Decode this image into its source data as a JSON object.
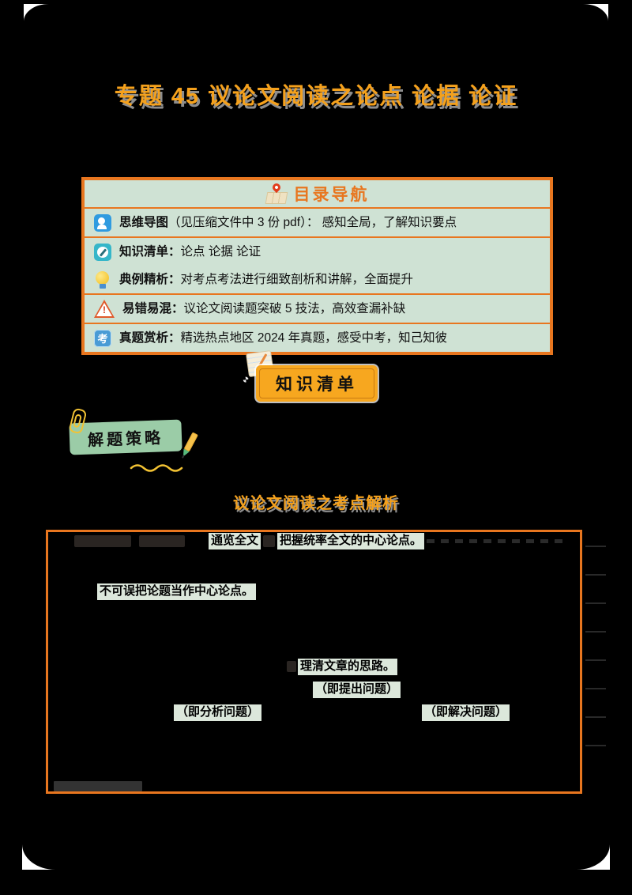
{
  "page": {
    "title": "专题 45 议论文阅读之论点 论据 论证"
  },
  "colors": {
    "accent_orange": "#E8761F",
    "title_orange": "#F5A11C",
    "panel_green": "#CFE2D4",
    "tag_green": "#9BCCA7",
    "button_orange": "#F7A71F",
    "highlight_green": "#DCE7DB"
  },
  "toc": {
    "header": {
      "icon": "map-pin-icon",
      "label": "目录导航"
    },
    "rows": [
      {
        "icon": "mind-map-icon",
        "label": "思维导图",
        "text": "（见压缩文件中 3 份 pdf）： 感知全局，了解知识要点"
      },
      {
        "icon": "notes-pencil-icon",
        "label": "知识清单：",
        "text": "论点 论据 论证"
      },
      {
        "icon": "lightbulb-icon",
        "label": "典例精析：",
        "text": "对考点考法进行细致剖析和讲解，全面提升"
      },
      {
        "icon": "warning-icon",
        "label": "易错易混：",
        "text": "议论文阅读题突破 5 技法，高效查漏补缺"
      },
      {
        "icon": "exam-icon",
        "icon_char": "考",
        "label": "真题赏析：",
        "text": "精选热点地区 2024 年真题，感受中考，知己知彼"
      }
    ]
  },
  "knowledge_button": {
    "label": "知识清单",
    "icon": "notebook-pencil-icon"
  },
  "strategy_tag": {
    "label": "解题策略",
    "icons": [
      "paperclip-icon",
      "pencil-icon"
    ]
  },
  "section_heading": {
    "text": "议论文阅读之考点解析"
  },
  "strategy_box": {
    "fragments": [
      {
        "text": "通览全文"
      },
      {
        "text": "把握统率全文的中心论点。"
      },
      {
        "text": "不可误把论题当作中心论点。"
      },
      {
        "text": "理清文章的思路。"
      },
      {
        "text": "（即提出问题）"
      },
      {
        "text": "（即分析问题）"
      },
      {
        "text": "（即解决问题）"
      }
    ]
  }
}
